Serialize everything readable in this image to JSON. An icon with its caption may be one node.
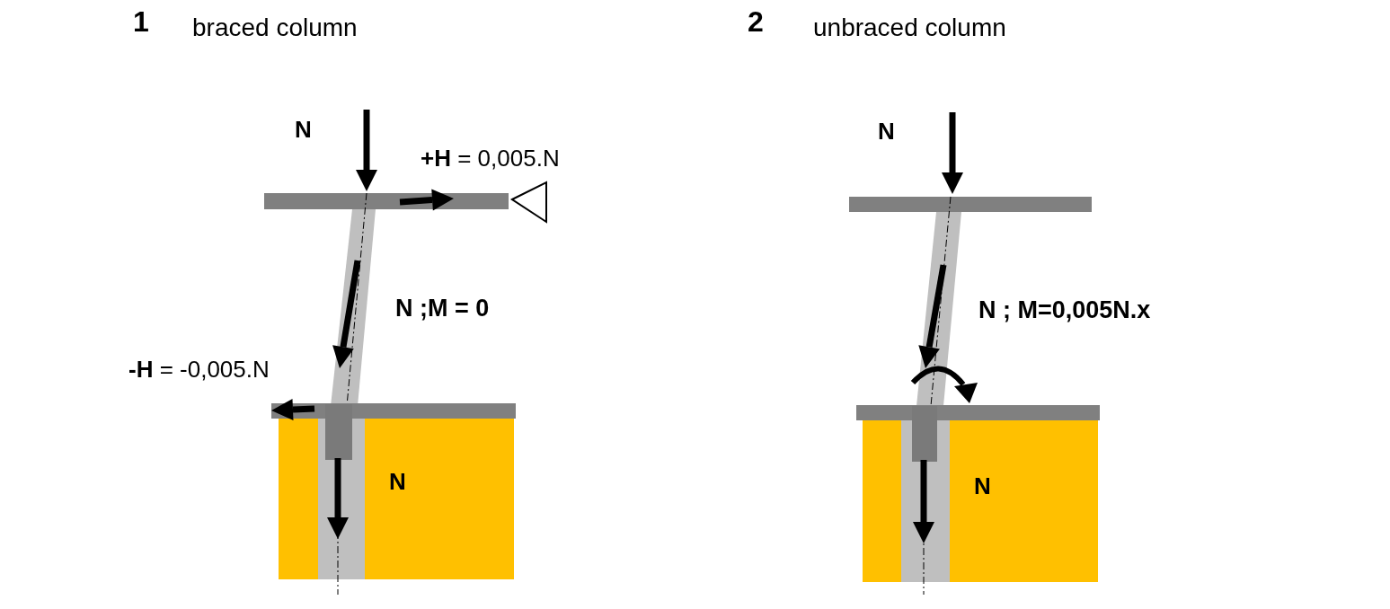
{
  "diagram": {
    "labels": [
      "1",
      "braced column",
      "N",
      "**+H** = 0,005.N",
      "N ;M = 0",
      "**-H** = -0,005.N",
      "N",
      "2",
      "unbraced column",
      "N",
      "N ; M=0,005N.x",
      "N"
    ]
  }
}
